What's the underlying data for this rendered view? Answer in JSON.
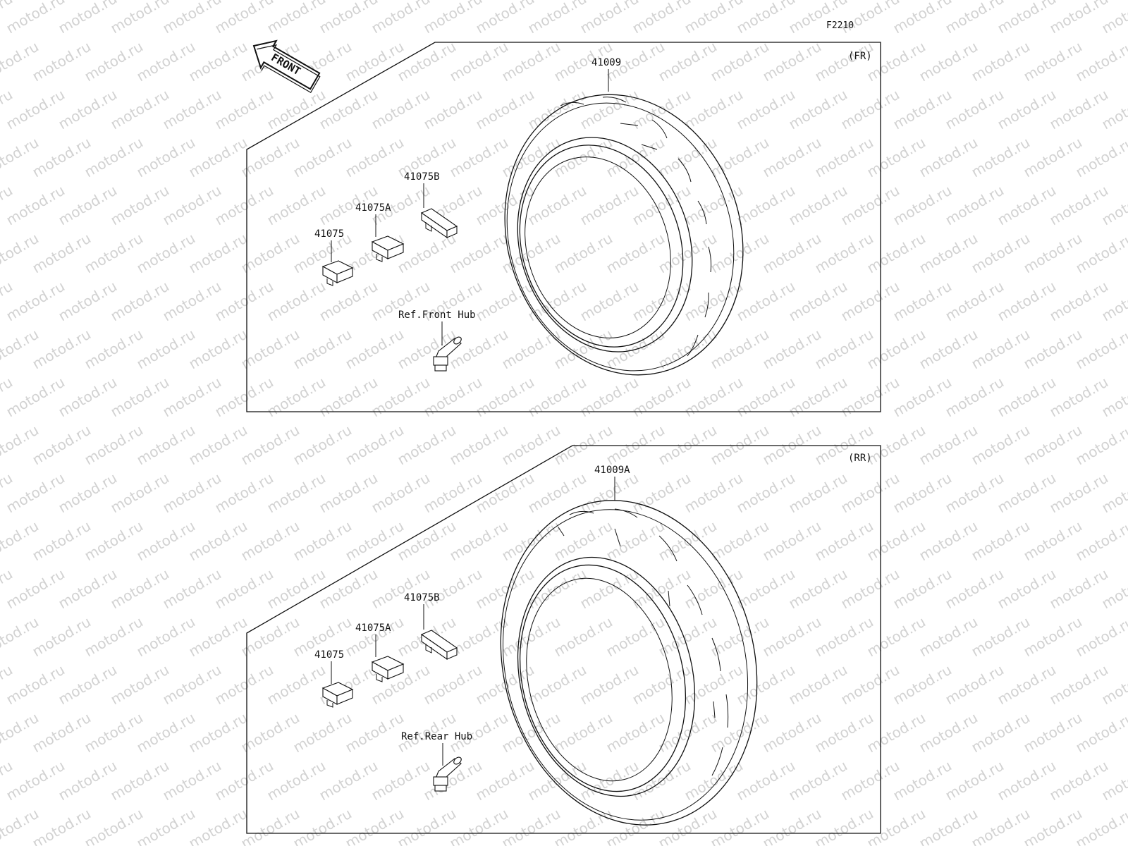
{
  "diagram_code": "F2210",
  "front_arrow": {
    "label": "FRONT",
    "icon": "front-direction-arrow-icon"
  },
  "watermark": {
    "text": "motod.ru",
    "color": "#d2d2d2"
  },
  "panels": {
    "front": {
      "section_label": "(FR)",
      "tire_label": "41009",
      "weights": [
        "41075",
        "41075A",
        "41075B"
      ],
      "valve_ref": "Ref.Front Hub"
    },
    "rear": {
      "section_label": "(RR)",
      "tire_label": "41009A",
      "weights": [
        "41075",
        "41075A",
        "41075B"
      ],
      "valve_ref": "Ref.Rear Hub"
    }
  }
}
